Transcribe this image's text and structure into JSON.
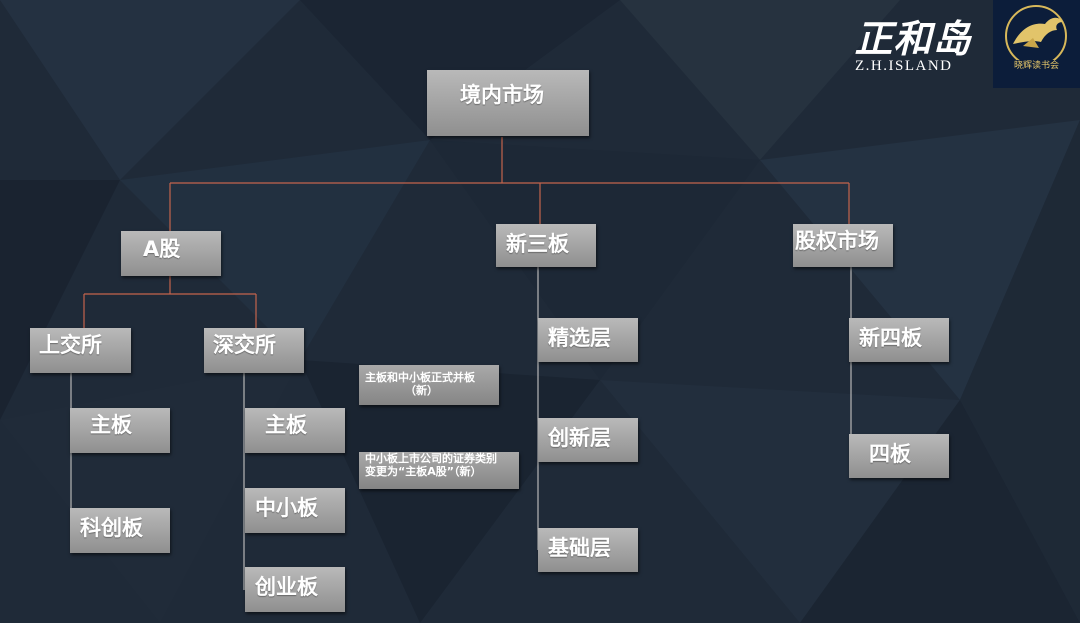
{
  "logo": {
    "name_cn": "正和岛",
    "name_en": "Z.H.ISLAND",
    "emblem_text": "晓辉读书会"
  },
  "diagram": {
    "root": "境内市场",
    "a_share": "A股",
    "neeq": "新三板",
    "equity_market": "股权市场",
    "sse": "上交所",
    "szse": "深交所",
    "sse_main": "主板",
    "sse_star": "科创板",
    "szse_main": "主板",
    "szse_sme": "中小板",
    "szse_chinext": "创业板",
    "neeq_select": "精选层",
    "neeq_innovation": "创新层",
    "neeq_basic": "基础层",
    "equity_new4": "新四板",
    "equity_4": "四板",
    "note1_line1": "主板和中小板正式并板",
    "note1_line2": "（新）",
    "note2_line1": "中小板上市公司的证券类别",
    "note2_line2": "变更为“主板A股”（新）"
  },
  "colors": {
    "background": "#1f2a38",
    "connector": "#c4644c",
    "box": "#a6a6a6",
    "text": "#ffffff"
  }
}
